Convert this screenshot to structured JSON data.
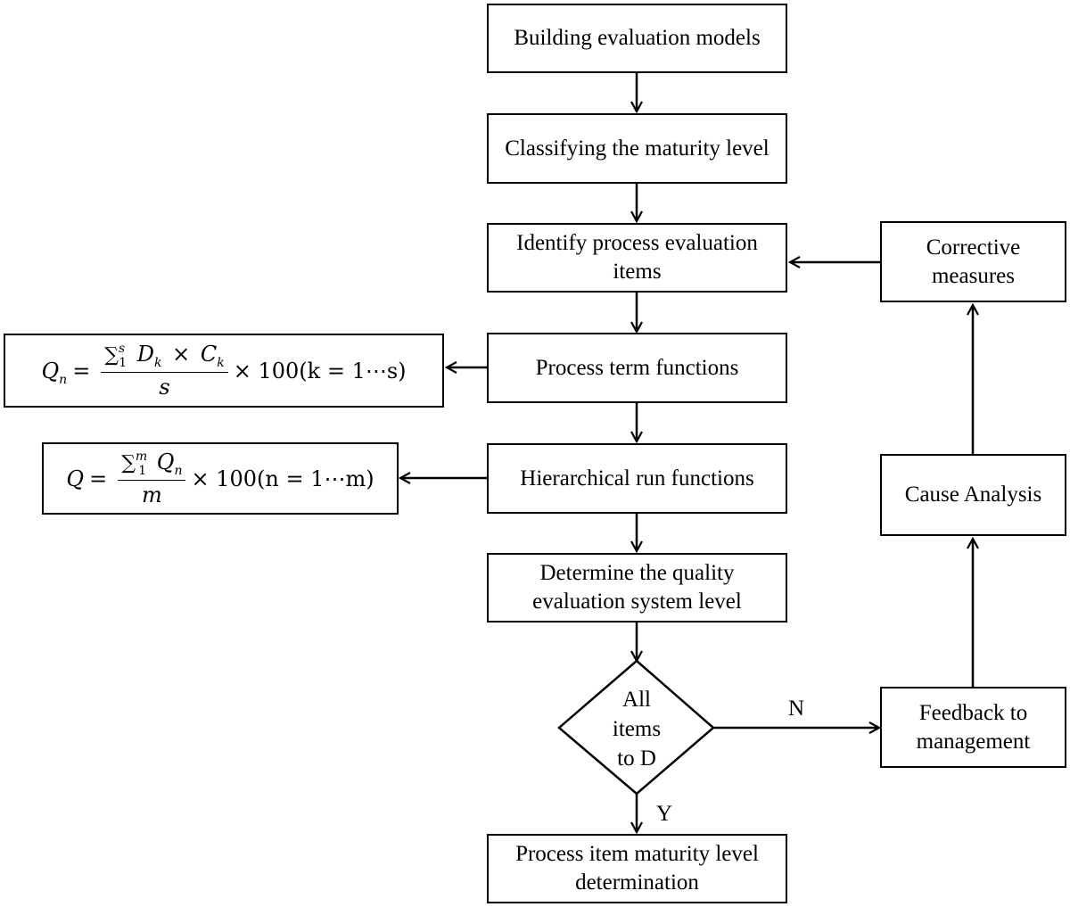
{
  "nodes": {
    "building": "Building evaluation models",
    "classifying": "Classifying the maturity level",
    "identify": "Identify process evaluation items",
    "process_term": "Process term functions",
    "hierarchical": "Hierarchical run functions",
    "determine": "Determine the quality evaluation system level",
    "decision_line1": "All",
    "decision_line2": "items",
    "decision_line3": "to D",
    "process_item": "Process item maturity level determination",
    "feedback": "Feedback to management",
    "cause": "Cause Analysis",
    "corrective": "Corrective measures"
  },
  "labels": {
    "no": "N",
    "yes": "Y"
  },
  "formula1": {
    "lhs": "Q",
    "lhs_sub": "n",
    "eq": "=",
    "sum": "∑",
    "sum_sup": "s",
    "sum_sub": "1",
    "d": "D",
    "d_sub": "k",
    "times": "×",
    "c": "C",
    "c_sub": "k",
    "den": "s",
    "tail": "× 100(k = 1⋯s)"
  },
  "formula2": {
    "lhs": "Q",
    "eq": "=",
    "sum": "∑",
    "sum_sup": "m",
    "sum_sub": "1",
    "q": "Q",
    "q_sub": "n",
    "den": "m",
    "tail": "× 100(n = 1⋯m)"
  }
}
